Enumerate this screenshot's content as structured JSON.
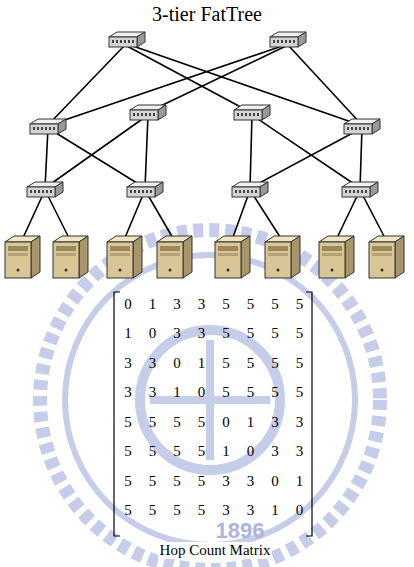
{
  "diagram": {
    "title": "3-tier FatTree",
    "caption": "Hop Count Matrix",
    "labels": [
      "0",
      "1",
      "3",
      "3",
      "5",
      "5",
      "5",
      "5",
      "1",
      "0",
      "3",
      "3",
      "5",
      "5",
      "5",
      "5",
      "3",
      "3",
      "0",
      "1",
      "5",
      "5",
      "5",
      "5",
      "3",
      "3",
      "1",
      "0",
      "5",
      "5",
      "5",
      "5",
      "5",
      "5",
      "5",
      "5",
      "0",
      "1",
      "3",
      "3",
      "5",
      "5",
      "5",
      "5",
      "1",
      "0",
      "3",
      "3",
      "5",
      "5",
      "5",
      "5",
      "3",
      "3",
      "0",
      "1",
      "5",
      "5",
      "5",
      "5",
      "3",
      "3",
      "1",
      "0",
      "1896"
    ]
  }
}
